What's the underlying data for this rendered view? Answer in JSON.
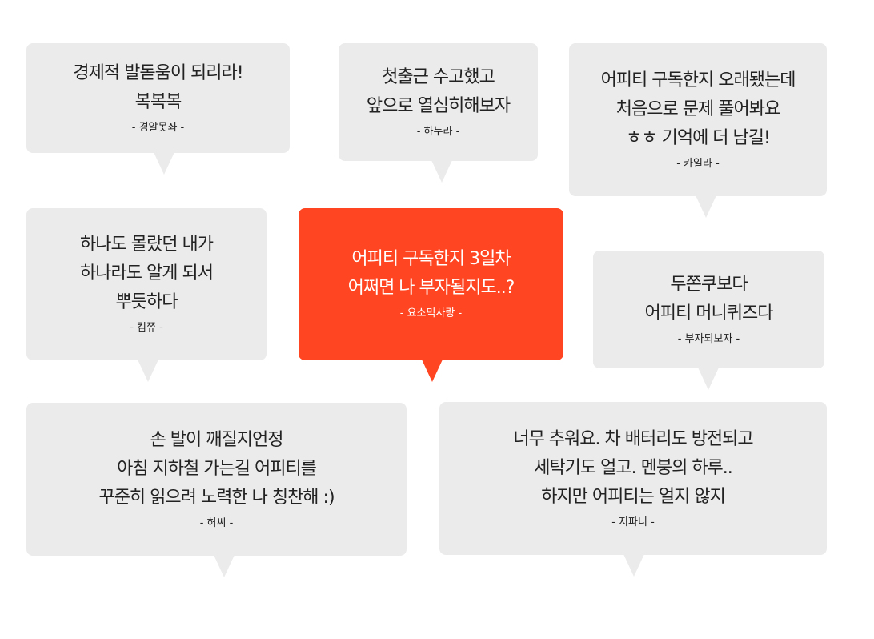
{
  "colors": {
    "bubble": "#ebebeb",
    "highlight": "#ff4521",
    "text": "#222222"
  },
  "bubbles": [
    {
      "lines": [
        "경제적 발돋움이 되리라!",
        "복복복"
      ],
      "author": "-  경알못좌 -"
    },
    {
      "lines": [
        "첫출근 수고했고",
        "앞으로 열심히해보자"
      ],
      "author": "-   하누라 -"
    },
    {
      "lines": [
        "어피티 구독한지 오래됐는데",
        "처음으로 문제 풀어봐요",
        "ㅎㅎ 기억에 더 남길!"
      ],
      "author": "- 카일라 -"
    },
    {
      "lines": [
        "하나도 몰랐던 내가",
        "하나라도 알게 되서",
        "뿌듯하다"
      ],
      "author": "- 킴쮸 -"
    },
    {
      "lines": [
        "어피티 구독한지 3일차",
        "어쩌면 나 부자될지도..?"
      ],
      "author": "-  요소믹사랑 -"
    },
    {
      "lines": [
        "두쫀쿠보다",
        "어피티 머니퀴즈다"
      ],
      "author": "- 부자되보자 -"
    },
    {
      "lines": [
        "손 발이 깨질지언정",
        "아침 지하철 가는길 어피티를",
        "꾸준히 읽으려 노력한 나 칭찬해 :)"
      ],
      "author": "- 허씨 -"
    },
    {
      "lines": [
        "너무 추워요. 차 배터리도 방전되고",
        "세탁기도 얼고. 멘붕의 하루..",
        "하지만 어피티는 얼지 않지"
      ],
      "author": "- 지파니 -"
    }
  ]
}
